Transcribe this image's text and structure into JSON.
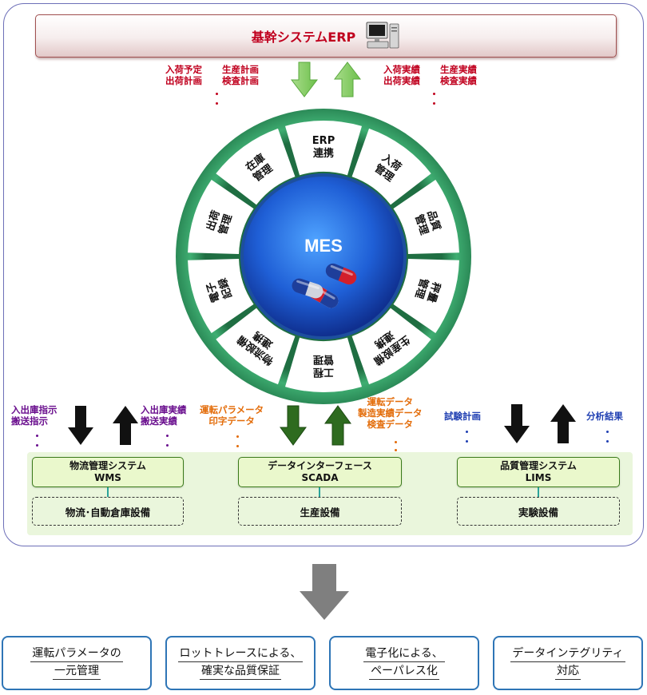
{
  "erp": {
    "title": "基幹システムERP"
  },
  "top_left_labels": {
    "col1": [
      "入荷予定",
      "出荷計画"
    ],
    "col2": [
      "生産計画",
      "検査計画"
    ]
  },
  "top_right_labels": {
    "col1": [
      "入荷実績",
      "出荷実績"
    ],
    "col2": [
      "生産実績",
      "検査実績"
    ]
  },
  "wheel": {
    "center": "MES",
    "segments": [
      [
        "ERP",
        "連携"
      ],
      [
        "入荷",
        "管理"
      ],
      [
        "品質",
        "管理"
      ],
      [
        "秤量",
        "管理"
      ],
      [
        "生産設備",
        "連携"
      ],
      [
        "工程",
        "管理"
      ],
      [
        "物流設備",
        "連携"
      ],
      [
        "電子",
        "記録"
      ],
      [
        "出荷",
        "管理"
      ],
      [
        "在庫",
        "管理"
      ]
    ]
  },
  "colors": {
    "erp_red": "#c0001e",
    "ring_green": "#2e8b57",
    "mes_blue": "#1a47b8",
    "orange": "#e36c09",
    "purple": "#6a0f8e",
    "blue": "#1f3fb2"
  },
  "wms": {
    "down_label": [
      "入出庫指示",
      "搬送指示"
    ],
    "up_label": [
      "入出庫実績",
      "搬送実績"
    ],
    "system": [
      "物流管理システム",
      "WMS"
    ],
    "equipment": "物流･自動倉庫設備"
  },
  "scada": {
    "down_label": [
      "運転パラメータ",
      "印字データ"
    ],
    "up_label": [
      "運転データ",
      "製造実績データ",
      "検査データ"
    ],
    "system": [
      "データインターフェース",
      "SCADA"
    ],
    "equipment": "生産設備"
  },
  "lims": {
    "down_label": [
      "試験計画"
    ],
    "up_label": [
      "分析結果"
    ],
    "system": [
      "品質管理システム",
      "LIMS"
    ],
    "equipment": "実験設備"
  },
  "results": [
    [
      "運転パラメータの",
      "一元管理"
    ],
    [
      "ロットトレースによる、",
      "確実な品質保証"
    ],
    [
      "電子化による、",
      "ペーパレス化"
    ],
    [
      "データインテグリティ",
      "対応"
    ]
  ],
  "icons": [
    "computer-icon",
    "capsule-icon",
    "arrow-down-icon",
    "arrow-up-icon"
  ]
}
